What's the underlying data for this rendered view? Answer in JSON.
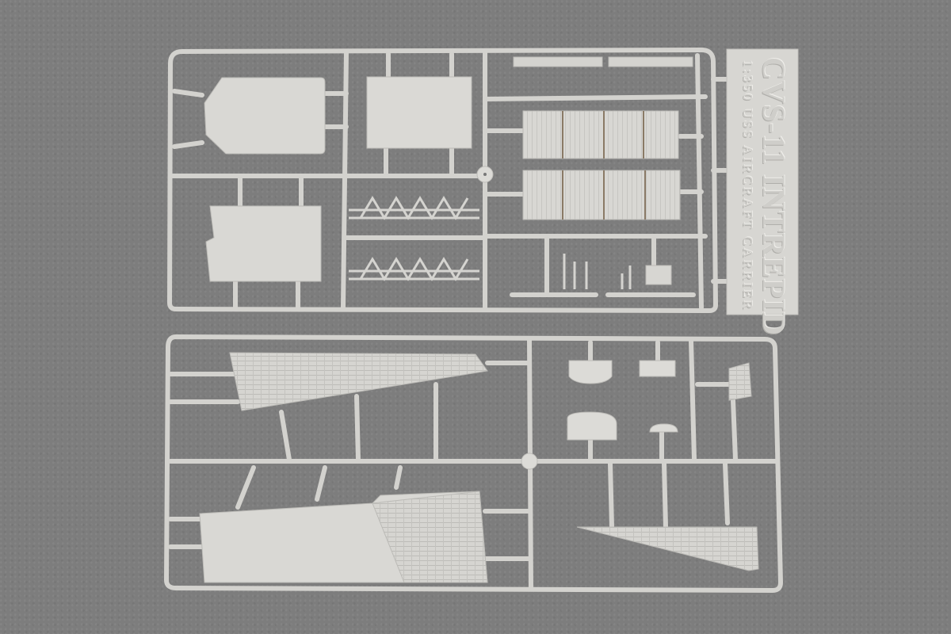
{
  "image": {
    "description": "Photo of two light-grey plastic model kit sprues on a grey felt background",
    "colors": {
      "background": "#7d7d7d",
      "plastic": "#d8d7d3",
      "plastic_shadow": "#b9b8b4",
      "panel_line": "#8a7a66"
    }
  },
  "sprue_tab": {
    "title": "CVS-11 INTREPID",
    "subtitle": "1:350 USS AIRCRAFT CARRIER"
  }
}
